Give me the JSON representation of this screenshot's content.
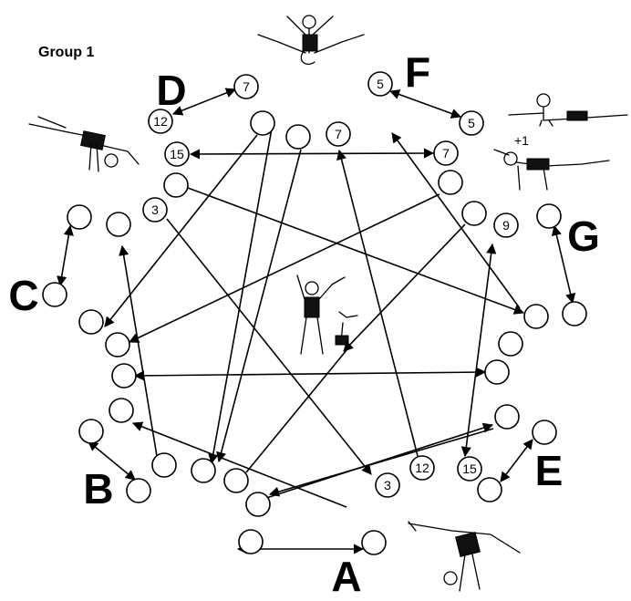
{
  "title": "Group 1",
  "groups": [
    {
      "letter": "A",
      "positions": [
        {
          "value": ""
        },
        {
          "value": ""
        },
        {
          "value": ""
        },
        {
          "value": "3"
        }
      ]
    },
    {
      "letter": "B",
      "positions": [
        {
          "value": ""
        },
        {
          "value": ""
        },
        {
          "value": ""
        }
      ]
    },
    {
      "letter": "C",
      "positions": [
        {
          "value": ""
        },
        {
          "value": ""
        },
        {
          "value": ""
        },
        {
          "value": ""
        }
      ]
    },
    {
      "letter": "D",
      "positions": [
        {
          "value": "7"
        },
        {
          "value": "12"
        },
        {
          "value": "15"
        },
        {
          "value": "3"
        }
      ]
    },
    {
      "letter": "F",
      "positions": [
        {
          "value": "5"
        },
        {
          "value": "5"
        },
        {
          "value": "7"
        },
        {
          "value": "7"
        }
      ]
    },
    {
      "letter": "G",
      "positions": [
        {
          "value": ""
        },
        {
          "value": ""
        },
        {
          "value": "9"
        }
      ]
    },
    {
      "letter": "E",
      "positions": [
        {
          "value": ""
        },
        {
          "value": ""
        },
        {
          "value": "12"
        },
        {
          "value": "15"
        }
      ]
    }
  ],
  "misc_nodes": [
    {
      "value": ""
    },
    {
      "value": ""
    },
    {
      "value": ""
    },
    {
      "value": ""
    },
    {
      "value": ""
    },
    {
      "value": ""
    },
    {
      "value": ""
    },
    {
      "value": ""
    },
    {
      "value": ""
    },
    {
      "value": ""
    },
    {
      "value": ""
    },
    {
      "value": ""
    },
    {
      "value": ""
    },
    {
      "value": ""
    }
  ],
  "annotation": "+1",
  "figures": [
    {
      "icon": "gymnast-straddle-jump-icon"
    },
    {
      "icon": "gymnast-lever-icon"
    },
    {
      "icon": "gymnast-balance-icon"
    },
    {
      "icon": "gymnast-scale-icon"
    },
    {
      "icon": "gymnast-standing-icon"
    },
    {
      "icon": "gymnast-cartwheel-icon"
    }
  ]
}
